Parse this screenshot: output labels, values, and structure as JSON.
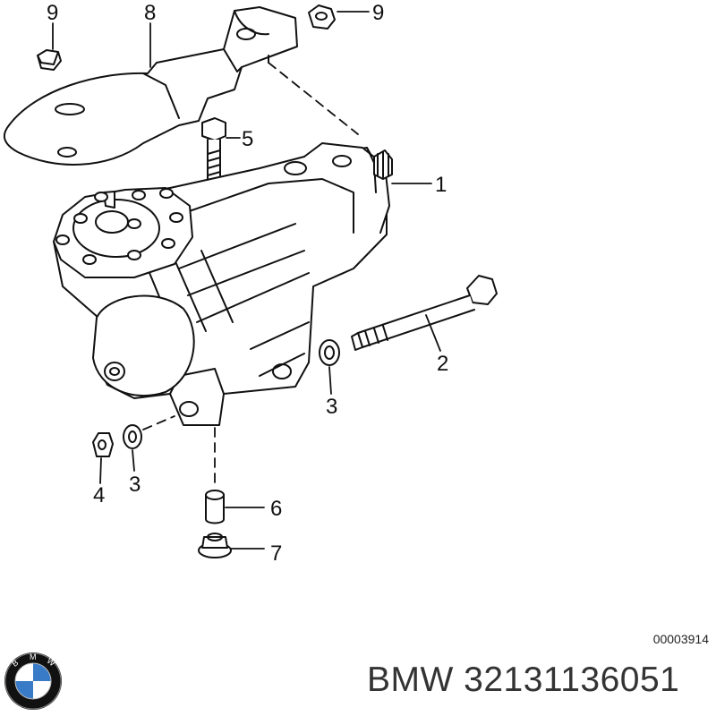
{
  "diagram": {
    "reference_code": "00003914",
    "part_number_text": "BMW 32131136051",
    "brand_logo": {
      "name": "bmw-roundel-logo",
      "lettering": "BMW",
      "colors": {
        "ring": "#111111",
        "blue": "#3a7bc8",
        "white": "#ffffff"
      }
    },
    "callouts": [
      {
        "id": "c1",
        "label": "1",
        "part": "steering gear box"
      },
      {
        "id": "c2",
        "label": "2",
        "part": "hex bolt"
      },
      {
        "id": "c3a",
        "label": "3",
        "part": "washer (right)"
      },
      {
        "id": "c3b",
        "label": "3",
        "part": "washer (left)"
      },
      {
        "id": "c4",
        "label": "4",
        "part": "hex nut"
      },
      {
        "id": "c5",
        "label": "5",
        "part": "bolt"
      },
      {
        "id": "c6",
        "label": "6",
        "part": "spacer sleeve"
      },
      {
        "id": "c7",
        "label": "7",
        "part": "collar nut"
      },
      {
        "id": "c8",
        "label": "8",
        "part": "mounting bracket"
      },
      {
        "id": "c9a",
        "label": "9",
        "part": "nut (left)"
      },
      {
        "id": "c9b",
        "label": "9",
        "part": "nut (right)"
      }
    ]
  }
}
